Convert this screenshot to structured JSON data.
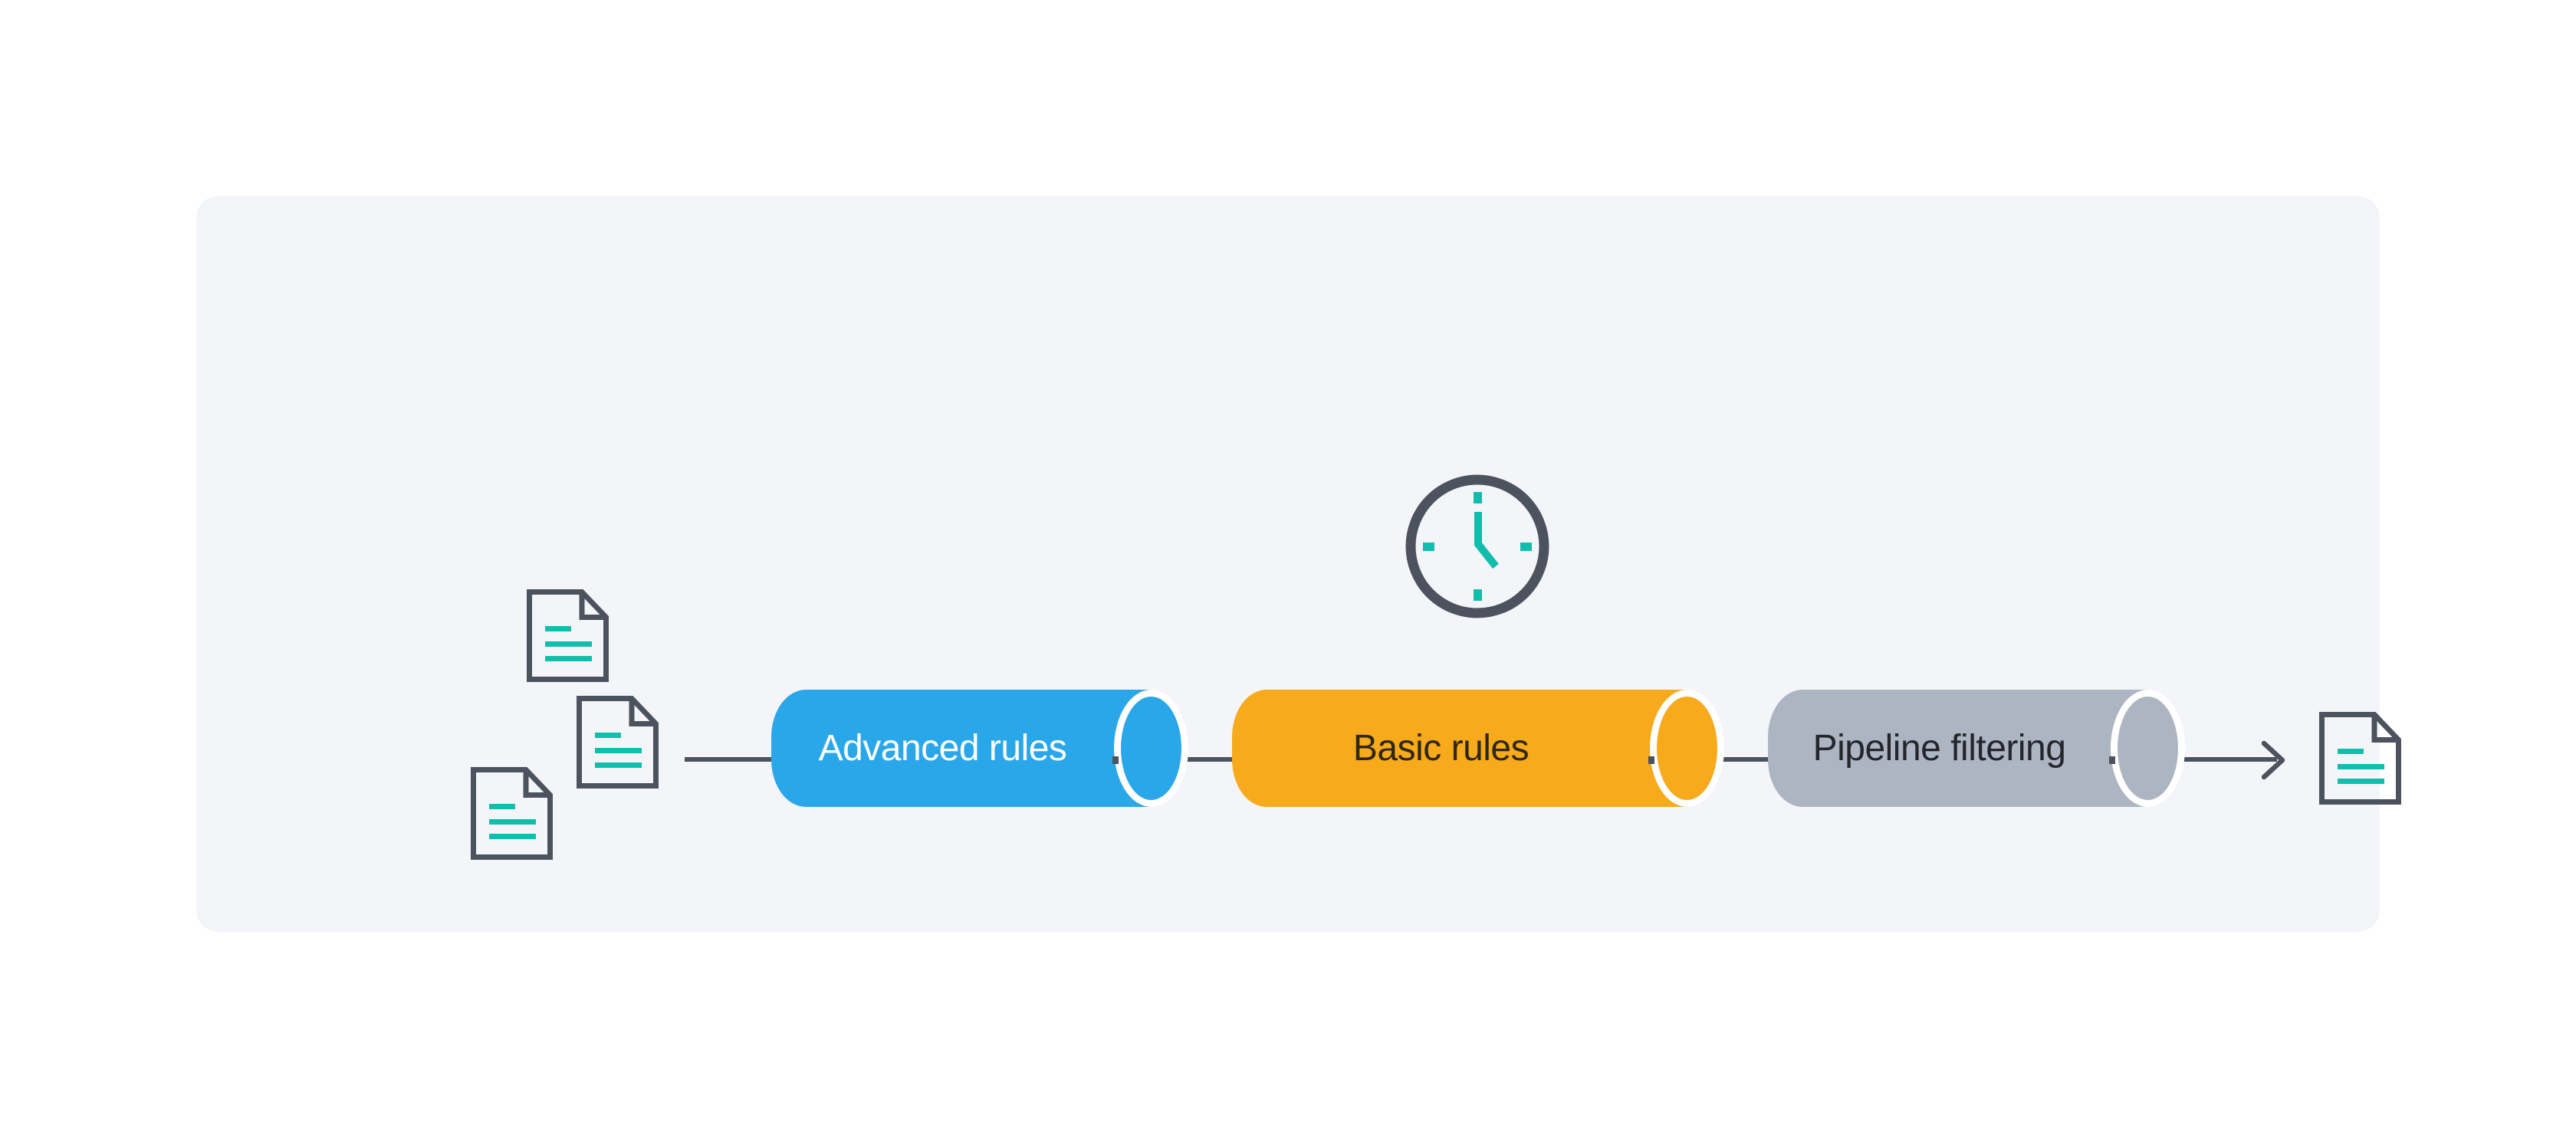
{
  "colors": {
    "page_bg": "#ffffff",
    "panel_bg": "#f4f5f9",
    "slate": "#4c535e",
    "teal": "#13bdab",
    "cap_stroke": "#ffffff"
  },
  "diagram": {
    "description": "Document processing pipeline with three filtering stages",
    "stages": [
      {
        "label": "Advanced rules",
        "color": "#2aa7e9",
        "text_color": "#ffffff"
      },
      {
        "label": "Basic rules",
        "color": "#f7aa1c",
        "text_color": "#2e2712"
      },
      {
        "label": "Pipeline filtering",
        "color": "#aeb5c2",
        "text_color": "#23262c"
      }
    ],
    "icons": {
      "timer": "clock-icon",
      "input_documents": [
        "document-icon",
        "document-icon",
        "document-icon"
      ],
      "output_document": "document-icon",
      "flow_arrow": "arrow-right-icon"
    }
  }
}
